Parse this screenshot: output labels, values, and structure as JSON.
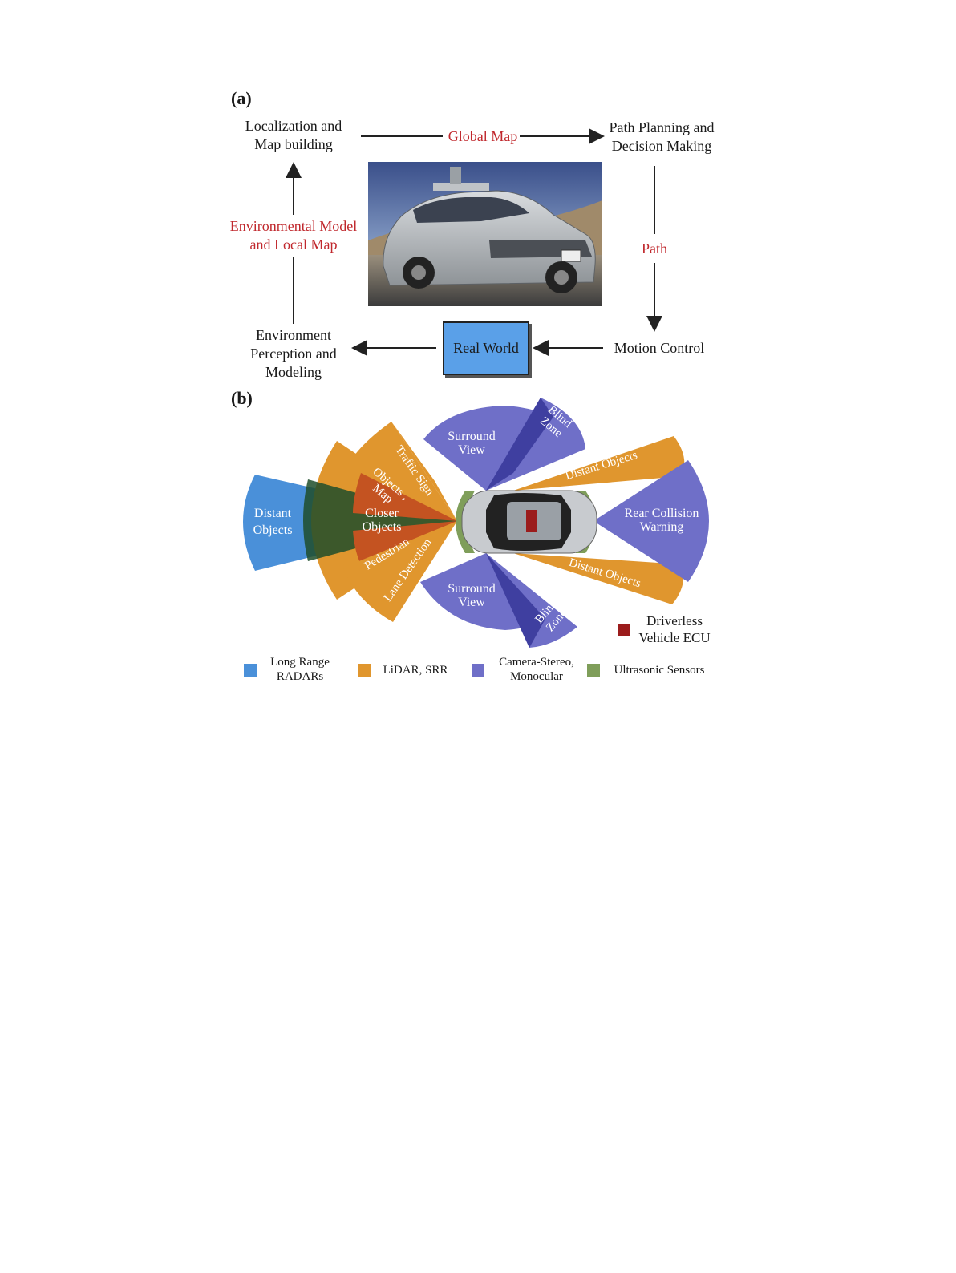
{
  "panel_a": {
    "label": "(a)",
    "nodes": {
      "localization": "Localization and Map building",
      "planning": "Path Planning and Decision Making",
      "motion": "Motion Control",
      "real_world": "Real World",
      "perception": "Environment Perception and Modeling"
    },
    "edges": {
      "global_map": "Global Map",
      "path": "Path",
      "env_model": "Environmental Model and Local Map"
    },
    "photo_icon": "self-driving-car-photo"
  },
  "panel_b": {
    "label": "(b)",
    "zones": {
      "distant_front": "Distant Objects",
      "closer": "Closer Objects",
      "traffic_sign": "Traffic Sign",
      "objects_map": "Objects , Map",
      "pedestrian": "Pedestrian",
      "lane_detection": "Lane Detection",
      "surround_top": "Surround View",
      "blind_top": "Blind Zone",
      "surround_bottom": "Surround View",
      "blind_bottom": "Blind Zone",
      "distant_rear_top": "Distant Objects",
      "distant_rear_bottom": "Distant Objects",
      "rear_collision": "Rear Collision Warning"
    },
    "ecu_label": "Driverless Vehicle ECU",
    "legend": [
      {
        "label": "Long Range RADARs",
        "color": "#4a90d9"
      },
      {
        "label": "LiDAR, SRR",
        "color": "#e0962e"
      },
      {
        "label": "Camera-Stereo, Monocular",
        "color": "#6f6fc8"
      },
      {
        "label": "Ultrasonic Sensors",
        "color": "#7f9e5a"
      }
    ],
    "ecu_color": "#9b1c1c"
  }
}
